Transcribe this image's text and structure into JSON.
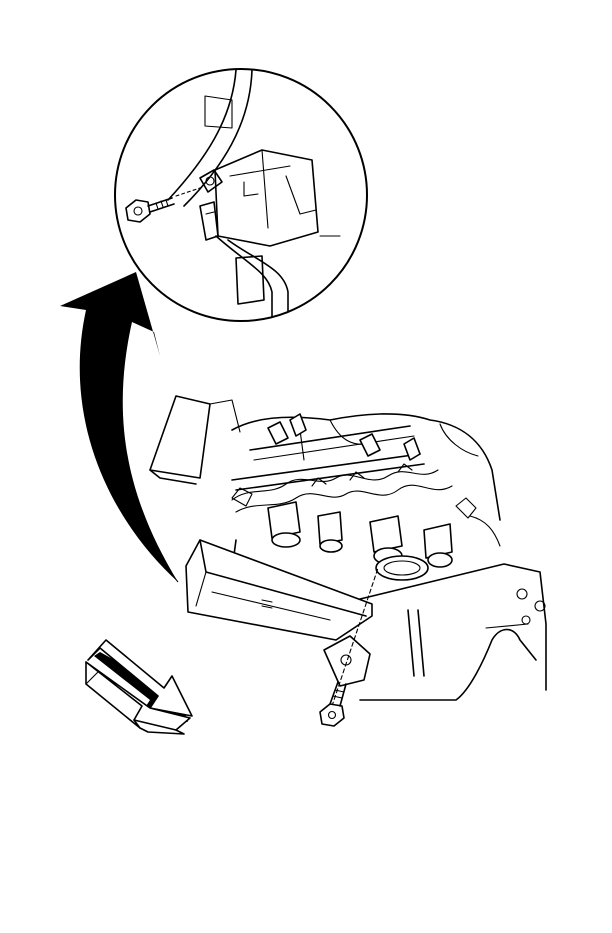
{
  "figure": {
    "colors": {
      "line": "#000000",
      "background": "#ffffff"
    },
    "parts": [
      "detail-view-circle",
      "bracket-bolt",
      "callout-arrow",
      "engine-block",
      "fuel-injector-rail",
      "splash-shield-bracket",
      "mounting-bolt",
      "direction-arrow"
    ]
  }
}
